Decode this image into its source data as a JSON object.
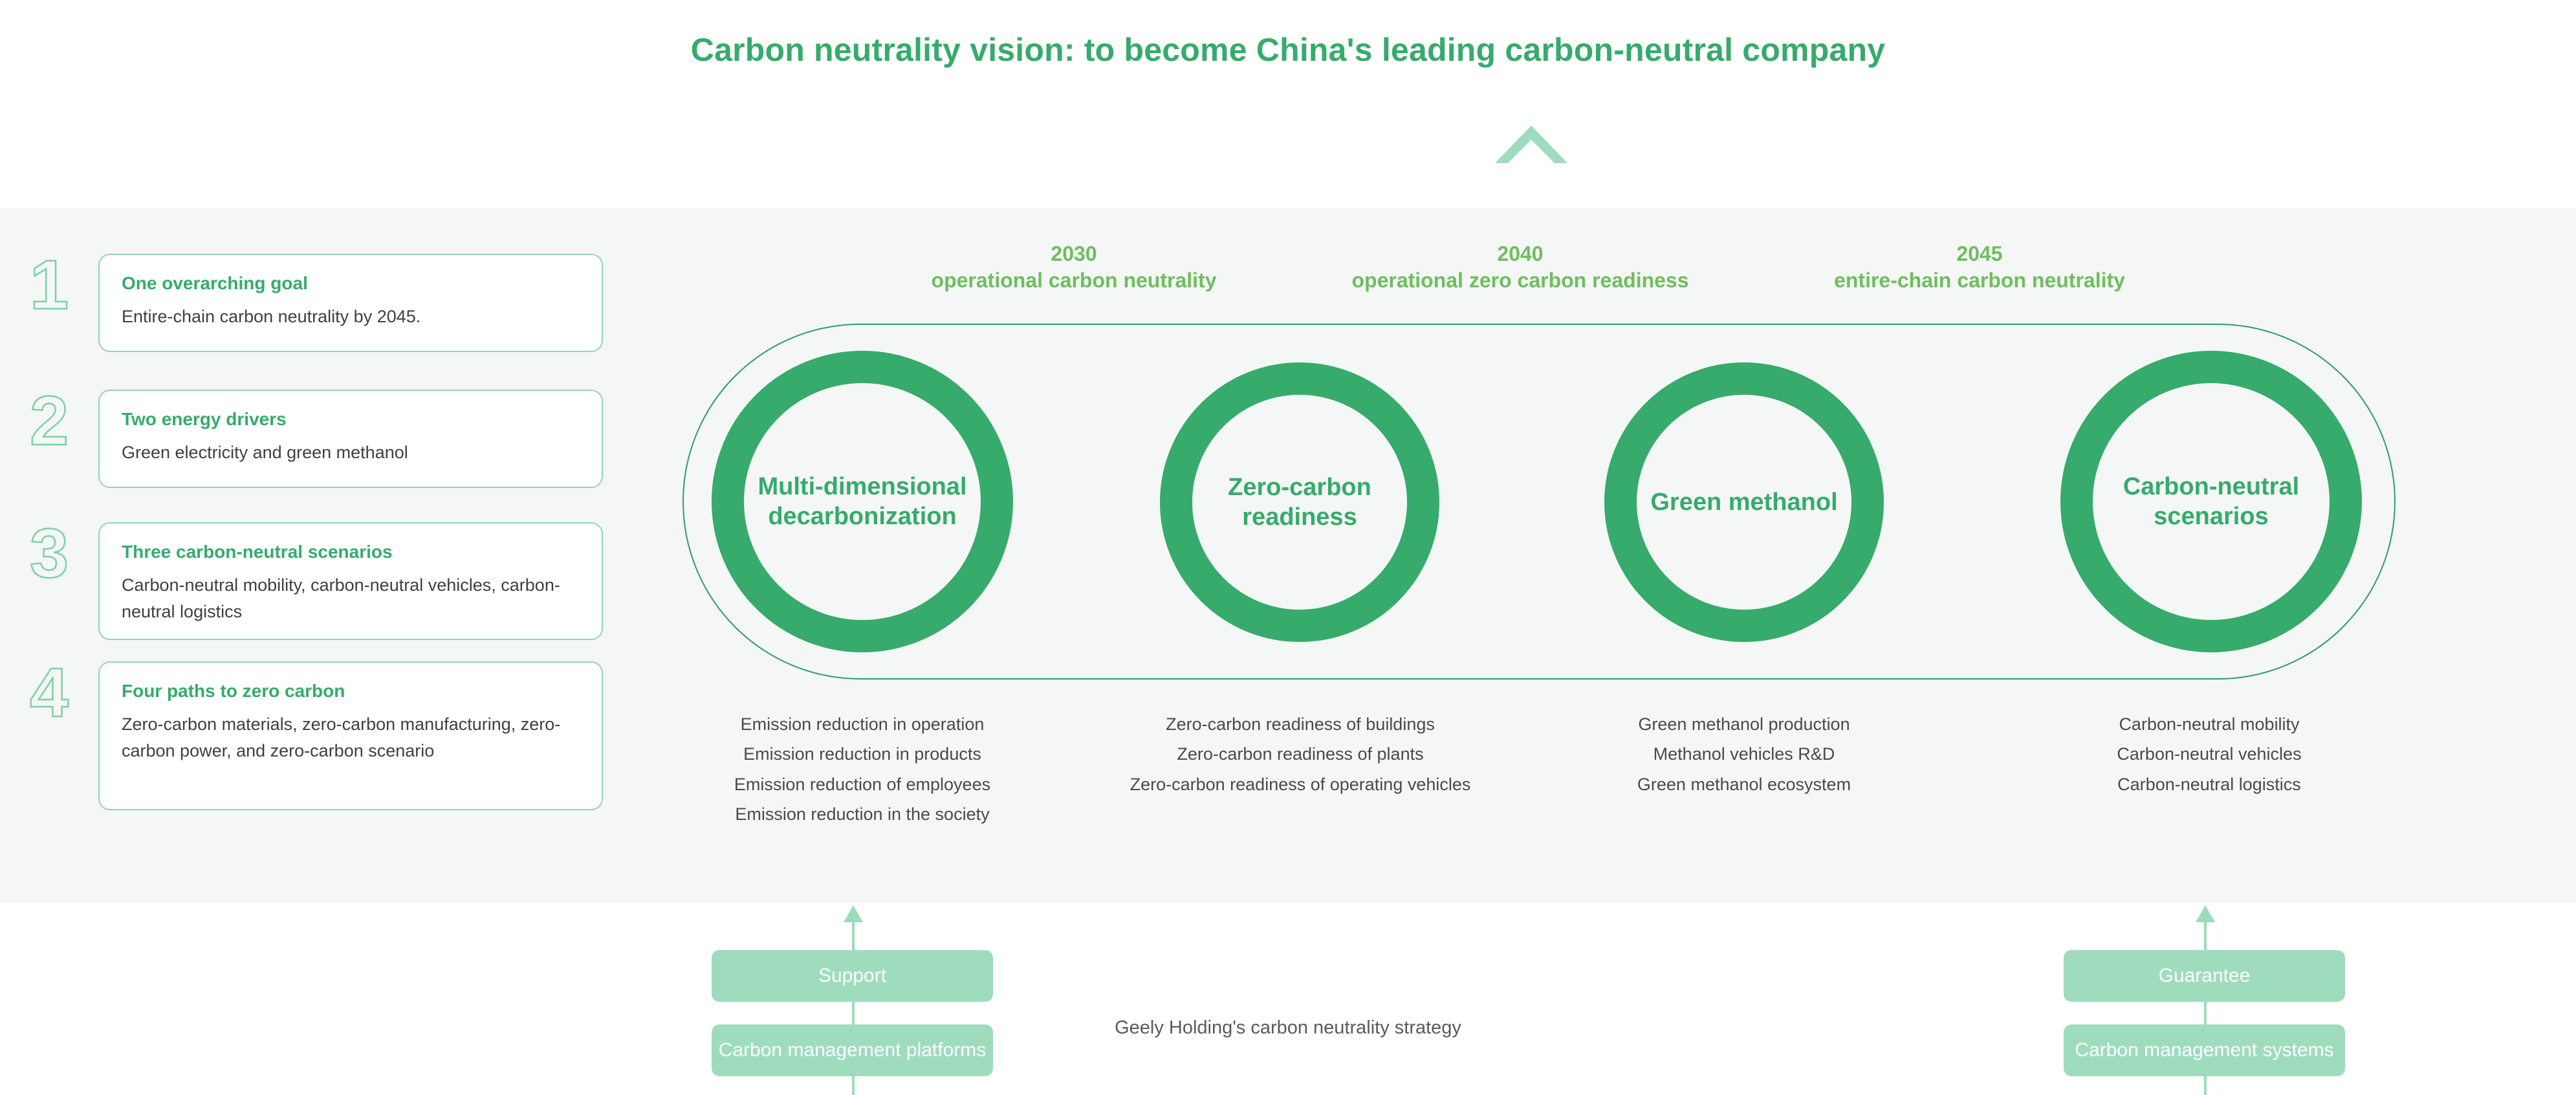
{
  "header": {
    "vision_title": "Carbon neutrality vision: to become China's leading carbon-neutral company",
    "chevron_icon": "chevron-up-icon"
  },
  "colors": {
    "brand_green": "#36ab6b",
    "milestone_green": "#6ebe5f",
    "light_green": "#9fdcbd",
    "band_grey": "#f5f6f6",
    "card_border": "#8dd8b2",
    "body_text": "#4a4a4a"
  },
  "sidebar": {
    "items": [
      {
        "number": "1",
        "title": "One overarching goal",
        "body": "Entire-chain carbon neutrality by 2045."
      },
      {
        "number": "2",
        "title": "Two energy drivers",
        "body": "Green electricity and green methanol"
      },
      {
        "number": "3",
        "title": "Three carbon-neutral scenarios",
        "body": "Carbon-neutral mobility, carbon-neutral vehicles, carbon-neutral logistics"
      },
      {
        "number": "4",
        "title": "Four paths to zero carbon",
        "body": "Zero-carbon materials, zero-carbon manufacturing, zero-carbon power, and zero-carbon scenario"
      }
    ]
  },
  "milestones": [
    {
      "year": "2030",
      "desc": "operational carbon neutrality"
    },
    {
      "year": "2040",
      "desc": "operational zero carbon readiness"
    },
    {
      "year": "2045",
      "desc": "entire-chain carbon neutrality"
    }
  ],
  "stages": [
    {
      "circle_label": "Multi-dimensional decarbonization",
      "bullets": [
        "Emission reduction in operation",
        "Emission reduction in products",
        "Emission reduction of employees",
        "Emission reduction in the society"
      ]
    },
    {
      "circle_label": "Zero-carbon readiness",
      "bullets": [
        "Zero-carbon readiness of buildings",
        "Zero-carbon readiness of plants",
        "Zero-carbon readiness of operating vehicles"
      ]
    },
    {
      "circle_label": "Green methanol",
      "bullets": [
        "Green methanol production",
        "Methanol vehicles R&D",
        "Green methanol ecosystem"
      ]
    },
    {
      "circle_label": "Carbon-neutral scenarios",
      "bullets": [
        "Carbon-neutral mobility",
        "Carbon-neutral vehicles",
        "Carbon-neutral logistics"
      ]
    }
  ],
  "bottom": {
    "left": {
      "top_label": "Support",
      "bottom_label": "Carbon management platforms"
    },
    "right": {
      "top_label": "Guarantee",
      "bottom_label": "Carbon management systems"
    },
    "caption": "Geely Holding's carbon neutrality strategy"
  }
}
